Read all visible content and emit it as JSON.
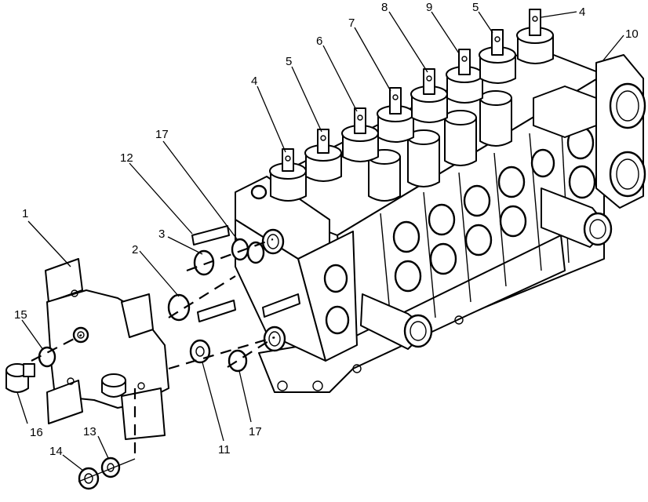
{
  "callouts": {
    "c1": "1",
    "c2": "2",
    "c3": "3",
    "c4a": "4",
    "c4b": "4",
    "c5a": "5",
    "c5b": "5",
    "c6": "6",
    "c7": "7",
    "c8": "8",
    "c9": "9",
    "c10": "10",
    "c11": "11",
    "c12": "12",
    "c13": "13",
    "c14": "14",
    "c15": "15",
    "c16": "16",
    "c17a": "17",
    "c17b": "17"
  }
}
